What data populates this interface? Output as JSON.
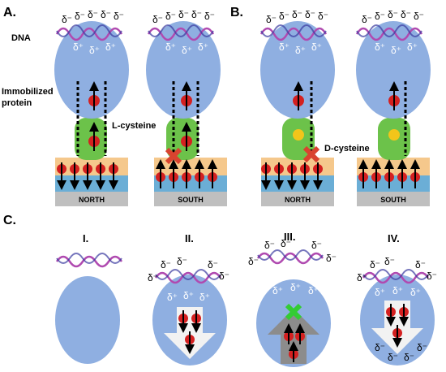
{
  "panels": {
    "a": {
      "letter": "A.",
      "dna": "DNA",
      "protein_line1": "Immobilized",
      "protein_line2": "protein",
      "molecule": "L-cysteine",
      "base_left": "NORTH",
      "base_right": "SOUTH"
    },
    "b": {
      "letter": "B.",
      "molecule": "D-cysteine",
      "base_left": "NORTH",
      "base_right": "SOUTH"
    },
    "c": {
      "letter": "C.",
      "steps": [
        "I.",
        "II.",
        "III.",
        "IV."
      ]
    }
  },
  "symbols": {
    "delta_minus": "δ⁻",
    "delta_plus": "δ⁺"
  },
  "colors": {
    "protein": "#8fafe1",
    "linker": "#6cc24a",
    "spin_red": "#d42020",
    "yellow": "#f2c51a",
    "cross_red": "#d9432f",
    "cross_green": "#33cc33",
    "magnet_top": "#f5c88c",
    "magnet_mid": "#6baed6",
    "magnet_base": "#bfbfbf"
  }
}
